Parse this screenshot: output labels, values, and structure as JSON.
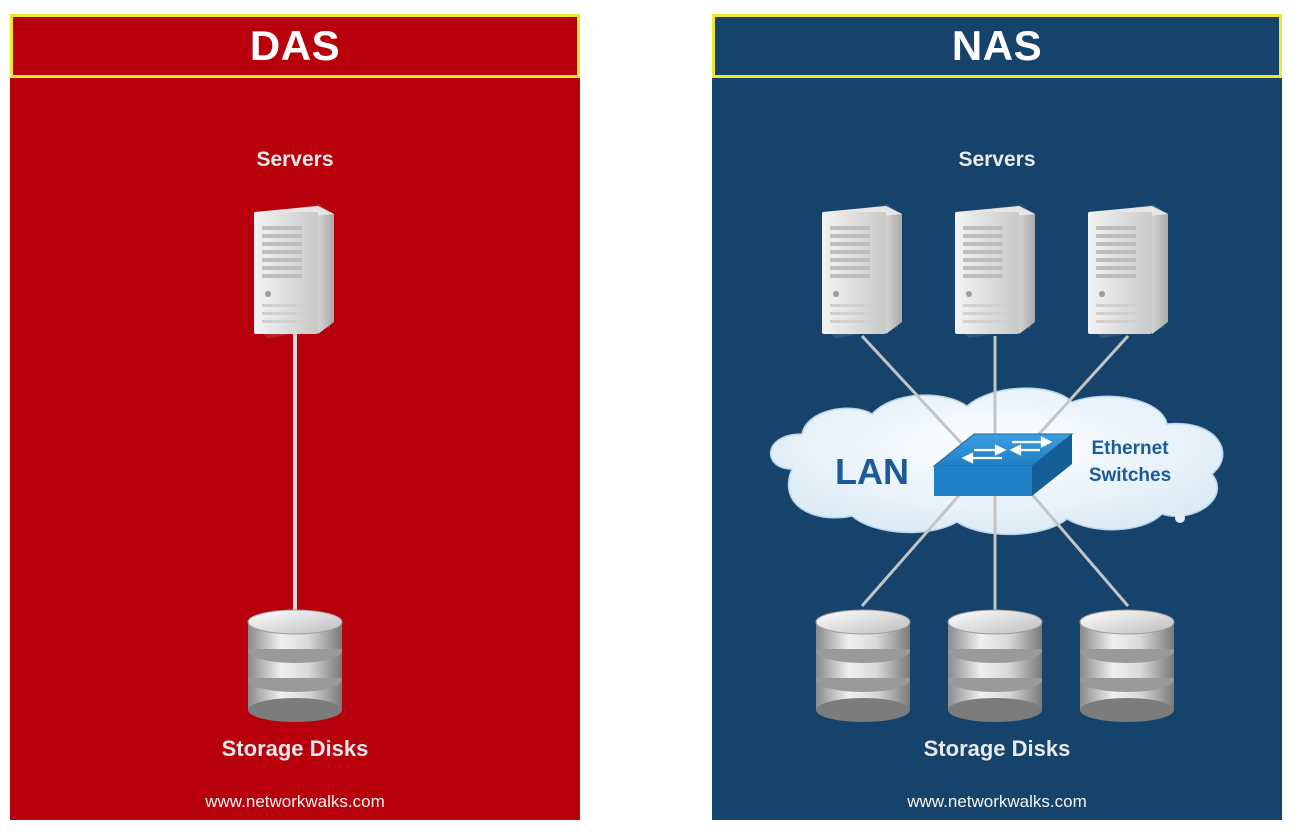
{
  "das": {
    "title": "DAS",
    "servers_label": "Servers",
    "disks_label": "Storage Disks",
    "footer": "www.networkwalks.com",
    "server_count": 1,
    "disk_count": 1
  },
  "nas": {
    "title": "NAS",
    "servers_label": "Servers",
    "disks_label": "Storage Disks",
    "footer": "www.networkwalks.com",
    "cloud_label": "LAN",
    "switch_label_line1": "Ethernet",
    "switch_label_line2": "Switches",
    "server_count": 3,
    "disk_count": 3
  },
  "colors": {
    "das_background": "#b8000c",
    "nas_background": "#16436b",
    "title_border": "#f2e530",
    "switch_blue": "#1f7fc4",
    "label_blue": "#1b5b9b"
  },
  "icons": {
    "server": "server-tower-icon",
    "disk": "database-disk-icon",
    "switch": "ethernet-switch-icon",
    "cloud": "cloud-icon"
  }
}
